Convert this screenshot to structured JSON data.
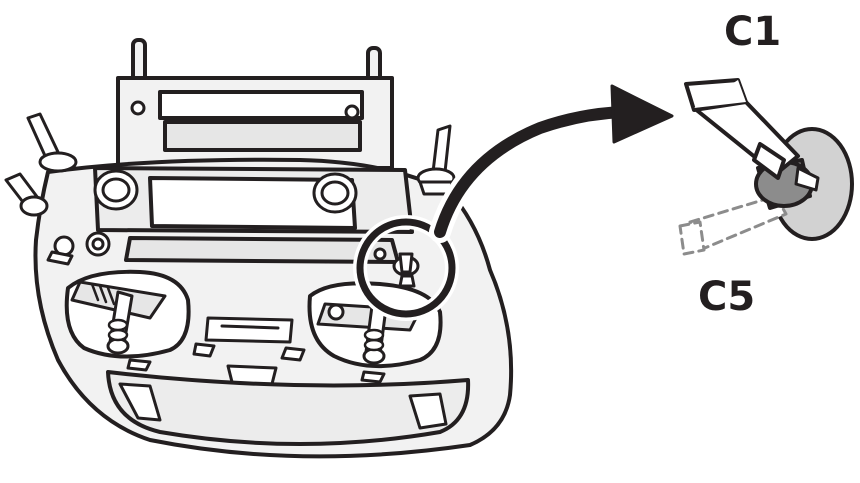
{
  "labels": {
    "upper_position": "C1",
    "lower_position": "C5"
  },
  "colors": {
    "outline": "#231f20",
    "body_fill": "#f2f2f2",
    "panel_fill": "#e6e6e6",
    "knob_grey": "#8c8c8c",
    "disc_grey": "#d2d2d2",
    "highlight_ring": "#231f20"
  },
  "icons": {
    "transmitter": "rc-transmitter-illustration",
    "arrow": "curved-callout-arrow",
    "switch": "toggle-switch-detail"
  }
}
